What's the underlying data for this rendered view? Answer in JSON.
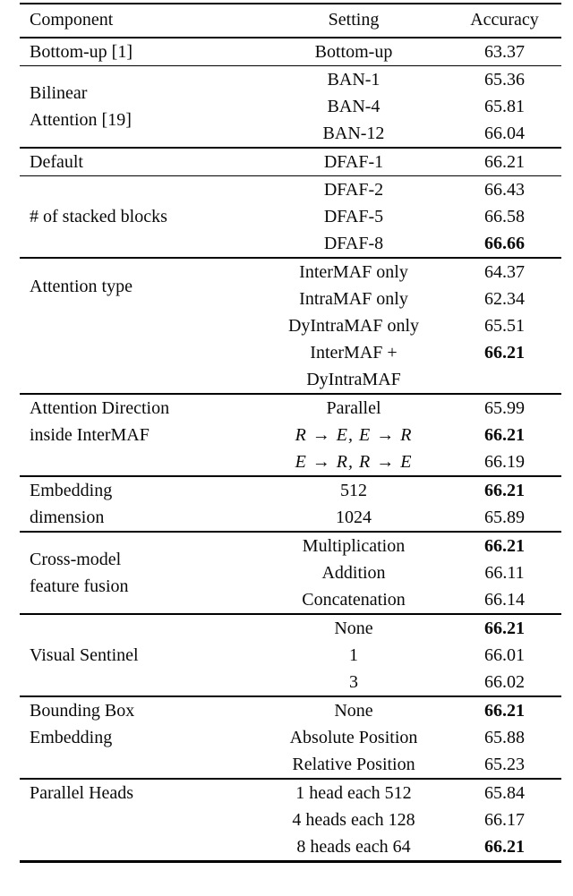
{
  "table": {
    "header": {
      "component": "Component",
      "setting": "Setting",
      "accuracy": "Accuracy"
    },
    "sections": [
      {
        "component": [
          "Bottom-up [1]"
        ],
        "valign": "center",
        "rule": "none",
        "rows": [
          {
            "setting": "Bottom-up",
            "accuracy": "63.37",
            "bold": false
          }
        ]
      },
      {
        "component": [
          "Bilinear",
          "Attention [19]"
        ],
        "valign": "center",
        "rule": "thin",
        "rows": [
          {
            "setting": "BAN-1",
            "accuracy": "65.36",
            "bold": false
          },
          {
            "setting": "BAN-4",
            "accuracy": "65.81",
            "bold": false
          },
          {
            "setting": "BAN-12",
            "accuracy": "66.04",
            "bold": false
          }
        ]
      },
      {
        "component": [
          "Default"
        ],
        "valign": "center",
        "rule": "thick",
        "rows": [
          {
            "setting": "DFAF-1",
            "accuracy": "66.21",
            "bold": false
          }
        ]
      },
      {
        "component": [
          "# of stacked blocks"
        ],
        "valign": "center",
        "rule": "thin",
        "rows": [
          {
            "setting": "DFAF-2",
            "accuracy": "66.43",
            "bold": false
          },
          {
            "setting": "DFAF-5",
            "accuracy": "66.58",
            "bold": false
          },
          {
            "setting": "DFAF-8",
            "accuracy": "66.66",
            "bold": true
          }
        ]
      },
      {
        "component": [
          "Attention type"
        ],
        "valign": "offset",
        "rule": "thick",
        "rows": [
          {
            "setting": "InterMAF only",
            "accuracy": "64.37",
            "bold": false
          },
          {
            "setting": "IntraMAF only",
            "accuracy": "62.34",
            "bold": false
          },
          {
            "setting": "DyIntraMAF only",
            "accuracy": "65.51",
            "bold": false
          },
          {
            "setting_lines": [
              "InterMAF +",
              "DyIntraMAF"
            ],
            "accuracy": "66.21",
            "bold": true
          }
        ]
      },
      {
        "component": [
          "Attention Direction",
          "inside InterMAF"
        ],
        "valign": "top",
        "rule": "thick",
        "rows": [
          {
            "setting": "Parallel",
            "accuracy": "65.99",
            "bold": false
          },
          {
            "setting": "R → E, E → R",
            "accuracy": "66.21",
            "bold": true,
            "math": true
          },
          {
            "setting": "E → R, R → E",
            "accuracy": "66.19",
            "bold": false,
            "math": true
          }
        ]
      },
      {
        "component": [
          "Embedding",
          "dimension"
        ],
        "valign": "top",
        "rule": "thick",
        "rows": [
          {
            "setting": "512",
            "accuracy": "66.21",
            "bold": true
          },
          {
            "setting": "1024",
            "accuracy": "65.89",
            "bold": false
          }
        ]
      },
      {
        "component": [
          "Cross-model",
          "feature fusion"
        ],
        "valign": "center",
        "rule": "thick",
        "rows": [
          {
            "setting": "Multiplication",
            "accuracy": "66.21",
            "bold": true
          },
          {
            "setting": "Addition",
            "accuracy": "66.11",
            "bold": false
          },
          {
            "setting": "Concatenation",
            "accuracy": "66.14",
            "bold": false
          }
        ]
      },
      {
        "component": [
          "Visual Sentinel"
        ],
        "valign": "center",
        "rule": "thick",
        "rows": [
          {
            "setting": "None",
            "accuracy": "66.21",
            "bold": true
          },
          {
            "setting": "1",
            "accuracy": "66.01",
            "bold": false
          },
          {
            "setting": "3",
            "accuracy": "66.02",
            "bold": false
          }
        ]
      },
      {
        "component": [
          "Bounding Box",
          "Embedding"
        ],
        "valign": "top",
        "rule": "thick",
        "rows": [
          {
            "setting": "None",
            "accuracy": "66.21",
            "bold": true
          },
          {
            "setting": "Absolute Position",
            "accuracy": "65.88",
            "bold": false
          },
          {
            "setting": "Relative Position",
            "accuracy": "65.23",
            "bold": false
          }
        ]
      },
      {
        "component": [
          "Parallel Heads"
        ],
        "valign": "top",
        "rule": "thick",
        "rows": [
          {
            "setting": "1 head each 512",
            "accuracy": "65.84",
            "bold": false
          },
          {
            "setting": "4 heads each 128",
            "accuracy": "66.17",
            "bold": false
          },
          {
            "setting": "8 heads each 64",
            "accuracy": "66.21",
            "bold": true
          }
        ]
      }
    ]
  }
}
